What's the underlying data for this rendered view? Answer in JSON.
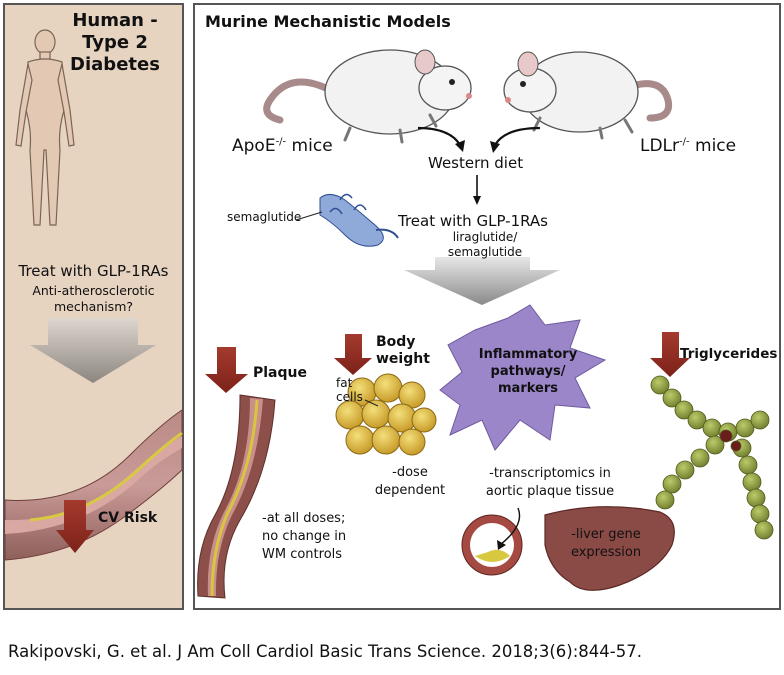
{
  "left_panel": {
    "title_line1": "Human -",
    "title_line2": "Type 2",
    "title_line3": "Diabetes",
    "treat_label": "Treat with GLP-1RAs",
    "mechanism_line1": "Anti-atherosclerotic",
    "mechanism_line2": "mechanism?",
    "cv_risk_label": "CV Risk"
  },
  "right_panel": {
    "title": "Murine Mechanistic Models",
    "apoe_label": "ApoE",
    "apoe_sup": "-/-",
    "apoe_suffix": " mice",
    "ldlr_label": "LDLr",
    "ldlr_sup": "-/-",
    "ldlr_suffix": " mice",
    "western_diet": "Western diet",
    "semaglutide_label": "semaglutide",
    "treat_label": "Treat with GLP-1RAs",
    "drugs_line1": "liraglutide/",
    "drugs_line2": "semaglutide",
    "plaque_label": "Plaque",
    "plaque_note_line1": "-at all doses;",
    "plaque_note_line2": "no change in",
    "plaque_note_line3": "WM controls",
    "body_weight_line1": "Body",
    "body_weight_line2": "weight",
    "fat_cells_line1": "fat",
    "fat_cells_line2": "cells",
    "dose_line1": "-dose",
    "dose_line2": "dependent",
    "inflammatory_line1": "Inflammatory",
    "inflammatory_line2": "pathways/",
    "inflammatory_line3": "markers",
    "transcriptomics_line1": "-transcriptomics in",
    "transcriptomics_line2": "aortic plaque tissue",
    "liver_line1": "-liver gene",
    "liver_line2": "expression",
    "triglycerides_label": "Triglycerides"
  },
  "citation": "Rakipovski, G. et al. J Am Coll Cardiol Basic Trans Science. 2018;3(6):844-57.",
  "colors": {
    "down_arrow": "#b0332a",
    "left_panel_bg": "#e6d3c0",
    "star": "#9b86c9",
    "fat_cell": "#d9b33a",
    "triglyceride": "#8e9a43"
  }
}
